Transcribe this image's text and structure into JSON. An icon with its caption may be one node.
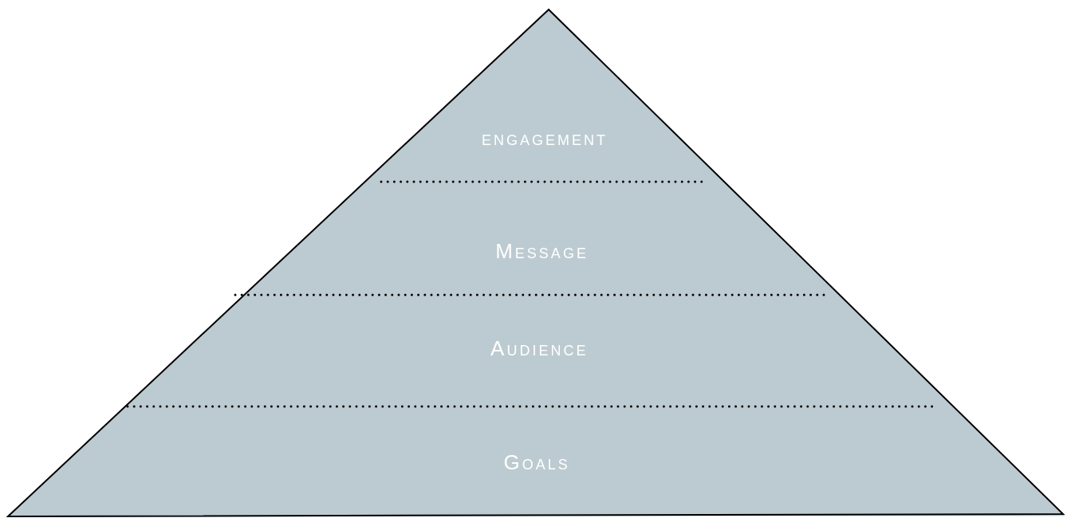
{
  "diagram": {
    "nodes": [
      {
        "text": [
          "engagement"
        ]
      },
      {
        "text": [
          "Message"
        ]
      },
      {
        "text": [
          "Audience"
        ]
      },
      {
        "text": [
          "Goals"
        ]
      }
    ]
  }
}
